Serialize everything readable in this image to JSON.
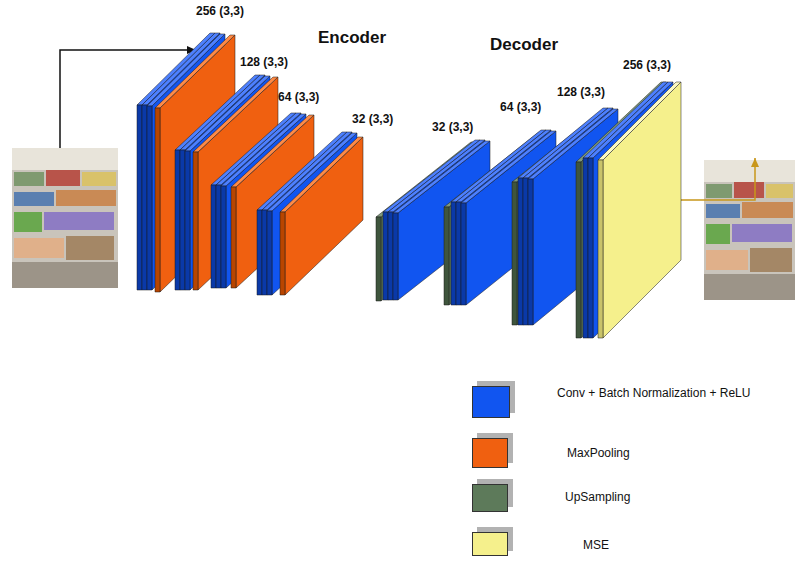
{
  "diagram": {
    "nodes": [
      {
        "text": [
          "256 (3,3)"
        ]
      },
      {
        "text": [
          "128 (3,3)"
        ]
      },
      {
        "text": [
          "64 (3,3)"
        ]
      },
      {
        "text": [
          "32 (3,3)"
        ]
      },
      {
        "text": [
          "32 (3,3)"
        ]
      },
      {
        "text": [
          "64 (3,3)"
        ]
      },
      {
        "text": [
          "128 (3,3)"
        ]
      },
      {
        "text": [
          "256 (3,3)"
        ]
      }
    ],
    "labels": [
      "Encoder",
      "Decoder"
    ],
    "legend": [
      {
        "text": "Conv + Batch Normalization + ReLU",
        "color": "#1155f0"
      },
      {
        "text": "MaxPooling",
        "color": "#f06010"
      },
      {
        "text": "UpSampling",
        "color": "#5d7a5a"
      },
      {
        "text": "MSE",
        "color": "#f5f08c"
      }
    ]
  }
}
